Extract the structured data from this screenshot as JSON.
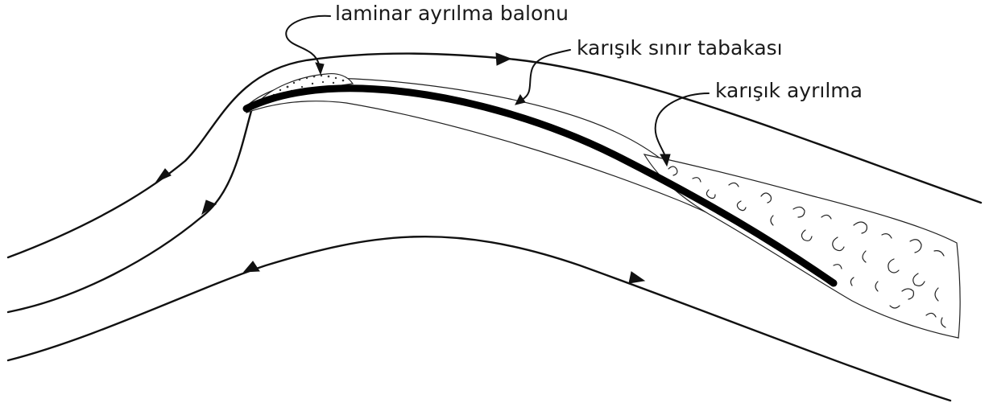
{
  "labels": {
    "laminar_bubble": "laminar ayrılma balonu",
    "mixed_boundary_layer": "karışık sınır tabakası",
    "mixed_separation": "karışık ayrılma"
  },
  "colors": {
    "line": "#111111",
    "background": "#ffffff"
  }
}
